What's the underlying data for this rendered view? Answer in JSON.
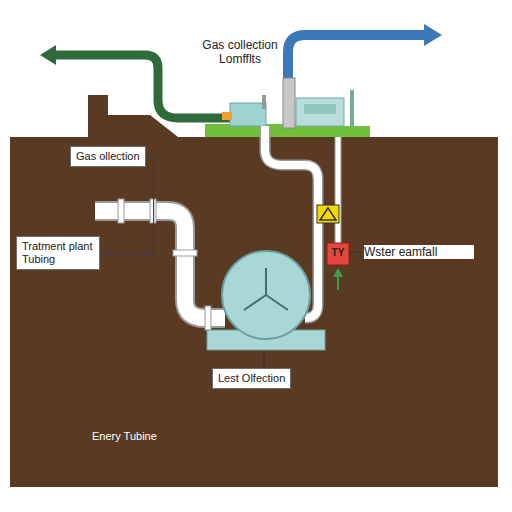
{
  "diagram": {
    "nodes": [
      {
        "text": [
          "Gas ollection"
        ]
      },
      {
        "text": [
          "Tratment plant Tubing"
        ]
      },
      {
        "text": [
          "Lest Olfection"
        ]
      }
    ],
    "edges": [
      {
        "from": 0,
        "to": 1,
        "arrow": "none"
      }
    ],
    "labels": [
      "Gas collection Lomfflts",
      "TY",
      "Wster eamfall",
      "Enery Tubine"
    ]
  }
}
